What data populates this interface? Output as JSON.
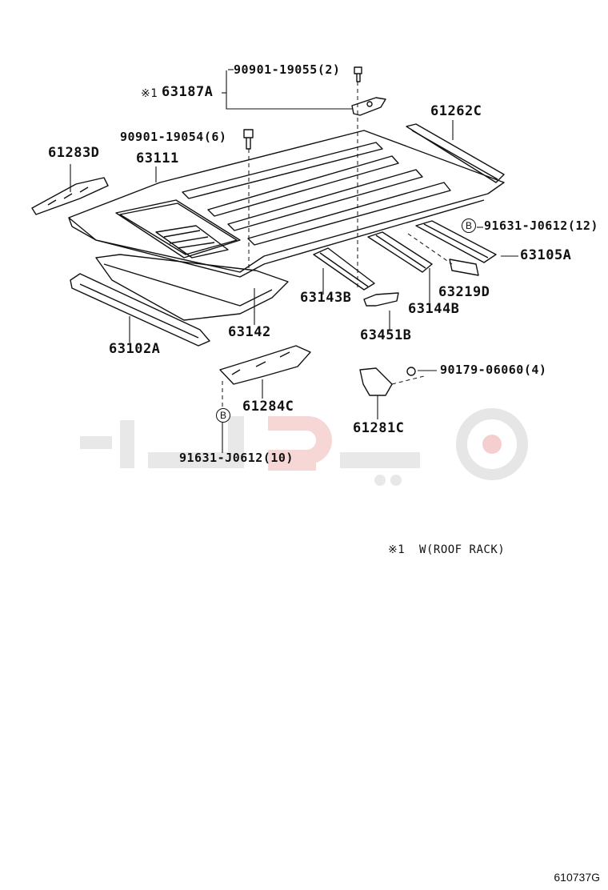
{
  "part_labels": {
    "p90901_19055": "90901-19055(2)",
    "p63187A": "63187A",
    "mark1": "※1",
    "p61262C": "61262C",
    "p90901_19054": "90901-19054(6)",
    "p61283D": "61283D",
    "p63111": "63111",
    "p91631_J0612_12": "91631-J0612(12)",
    "p63105A": "63105A",
    "p63219D": "63219D",
    "p63143B": "63143B",
    "p63144B": "63144B",
    "p63142": "63142",
    "p63451B": "63451B",
    "p63102A": "63102A",
    "p90179_06060": "90179-06060(4)",
    "p61284C": "61284C",
    "p61281C": "61281C",
    "p91631_J0612_10": "91631-J0612(10)"
  },
  "markers": {
    "b1": "B",
    "b2": "B"
  },
  "note": {
    "mark": "※1",
    "text": "W(ROOF RACK)"
  },
  "diagram_id": "610737G",
  "colors": {
    "line": "#111111",
    "watermark_gray": "#e6e6e6",
    "watermark_red": "#f6d2d2"
  }
}
